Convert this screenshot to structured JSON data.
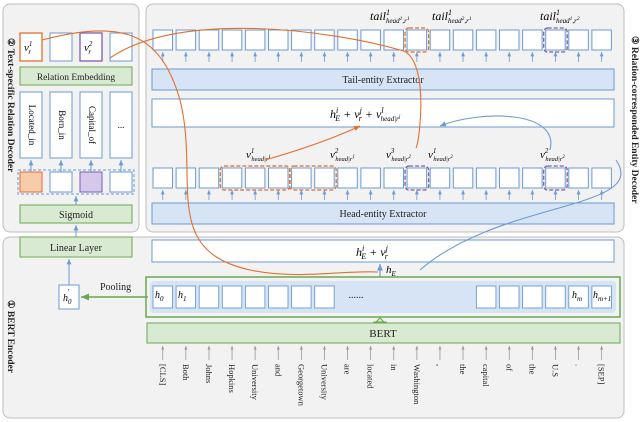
{
  "panels": {
    "left": "② Text-specific Relation Decoder",
    "right": "③ Relation-corresponded Entity Decoder",
    "bottom": "① BERT Encoder"
  },
  "left_panel": {
    "relation_embedding": "Relation Embedding",
    "sigmoid": "Sigmoid",
    "linear_layer": "Linear Layer",
    "relations": [
      "Located_in",
      "Born_in",
      "Capital_of",
      "..."
    ],
    "vr1": "v",
    "vr1_sup": "1",
    "vr1_sub": "r",
    "vr2": "v",
    "vr2_sup": "2",
    "vr2_sub": "r"
  },
  "entity_decoder": {
    "tail_extractor": "Tail-entity Extractor",
    "head_extractor": "Head-entity Extractor",
    "sum_upper": "h",
    "sum_upper_sup": "i",
    "sum_upper_sub": "E",
    "sum_upper_rest": " + v",
    "sum_upper_rest_sup": "j",
    "sum_upper_rest_sub": "r",
    "sum_upper_tail": " + v",
    "sum_upper_tail_sup": "l",
    "sum_upper_tail_sub": "head|r",
    "sum_upper_tail_subsup": "j",
    "sum_lower": "h",
    "sum_lower_sup": "i",
    "sum_lower_sub": "E",
    "sum_lower_rest": " + v",
    "sum_lower_rest_sup": "j",
    "sum_lower_rest_sub": "r",
    "hE": "h",
    "hE_sub": "E",
    "head_labels": [
      {
        "base": "v",
        "sup": "1",
        "sub": "head|r",
        "subsup": "1"
      },
      {
        "base": "v",
        "sup": "2",
        "sub": "head|r",
        "subsup": "1"
      },
      {
        "base": "v",
        "sup": "3",
        "sub": "head|r",
        "subsup": "2"
      },
      {
        "base": "v",
        "sup": "1",
        "sub": "head|r",
        "subsup": "2"
      },
      {
        "base": "v",
        "sup": "2",
        "sub": "head|r",
        "subsup": "2"
      }
    ],
    "tail_labels": [
      {
        "base": "tail",
        "sup": "1",
        "sub": "head",
        "subsup": "1",
        "sub2": ",r",
        "sub2sup": "1"
      },
      {
        "base": "tail",
        "sup": "1",
        "sub": "head",
        "subsup": "2",
        "sub2": ",r",
        "sub2sup": "1"
      },
      {
        "base": "tail",
        "sup": "1",
        "sub": "head",
        "subsup": "1",
        "sub2": ",r",
        "sub2sup": "2"
      }
    ]
  },
  "encoder": {
    "pooling": "Pooling",
    "bert": "BERT",
    "ellipsis": "......",
    "h0_pooled": "h",
    "h0_pooled_sub": "0",
    "h0_pooled_sup": "'",
    "cells": [
      {
        "base": "h",
        "sub": "0"
      },
      {
        "base": "h",
        "sub": "1"
      },
      {
        "base": "h",
        "sub": "m"
      },
      {
        "base": "h",
        "sub": "m+1"
      }
    ],
    "tokens": [
      "[CLS]",
      "Both",
      "Johns",
      "Hopkins",
      "University",
      "and",
      "Georgetown",
      "University",
      "are",
      "located",
      "in",
      "Washington",
      ",",
      "the",
      "capital",
      "of",
      "the",
      "U.S",
      ".",
      "[SEP]"
    ]
  }
}
